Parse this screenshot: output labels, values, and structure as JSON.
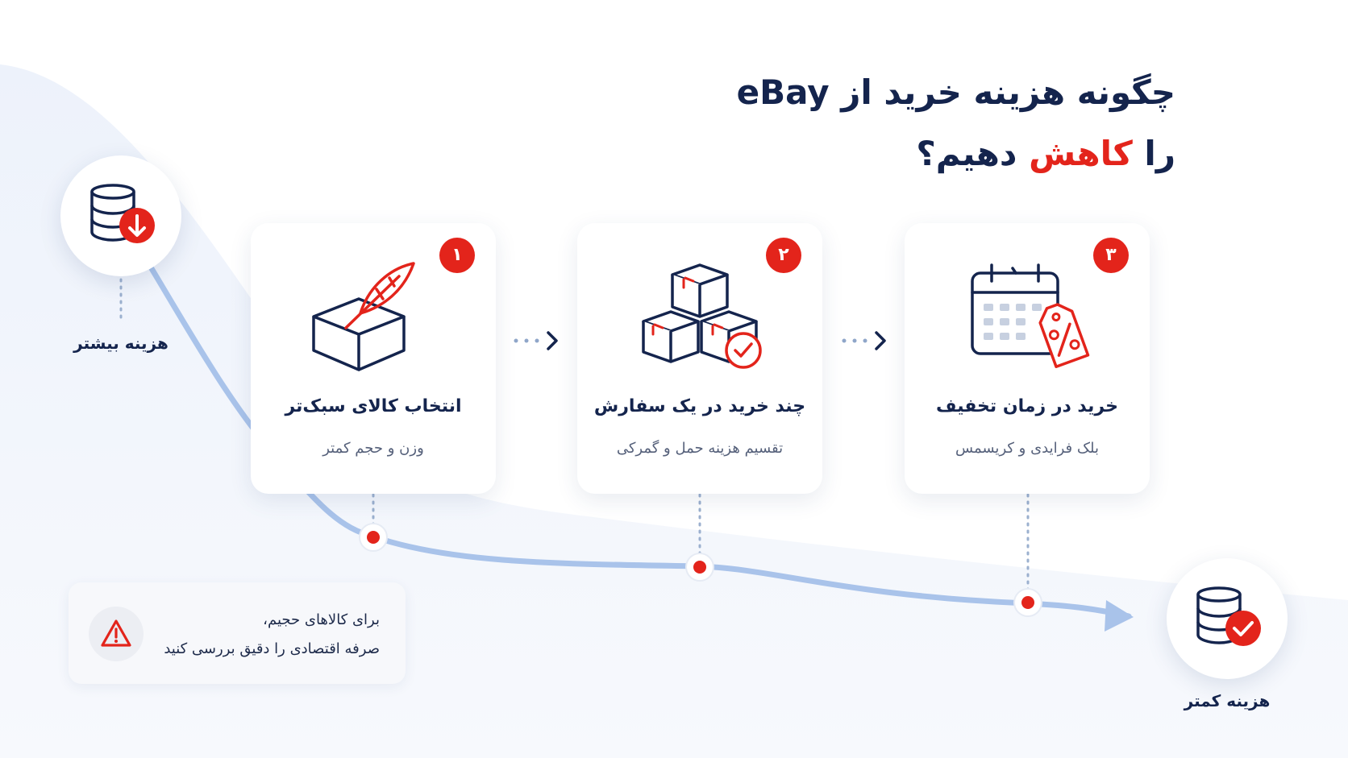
{
  "title": {
    "line1": "چگونه هزینه خرید از eBay",
    "line2_prefix": "را ",
    "line2_highlight": "کاهش",
    "line2_suffix": " دهیم؟"
  },
  "colors": {
    "accent": "#e3241b",
    "navy": "#14244d",
    "path": "#a9c3ea"
  },
  "start": {
    "label": "هزینه بیشتر",
    "icon": "database-down-icon"
  },
  "end": {
    "label": "هزینه کمتر",
    "icon": "database-check-icon"
  },
  "steps": [
    {
      "number": "۱",
      "title": "انتخاب کالای سبک‌تر",
      "subtitle": "وزن و حجم کمتر",
      "icon": "box-feather-icon"
    },
    {
      "number": "۲",
      "title": "چند خرید در یک سفارش",
      "subtitle": "تقسیم هزینه حمل و گمرکی",
      "icon": "stacked-boxes-check-icon"
    },
    {
      "number": "۳",
      "title": "خرید در زمان تخفیف",
      "subtitle": "بلک فرایدی و کریسمس",
      "icon": "calendar-discount-tag-icon"
    }
  ],
  "warning": {
    "icon": "warning-triangle-icon",
    "line1": "برای کالاهای حجیم،",
    "line2": "صرفه اقتصادی را دقیق بررسی کنید"
  }
}
